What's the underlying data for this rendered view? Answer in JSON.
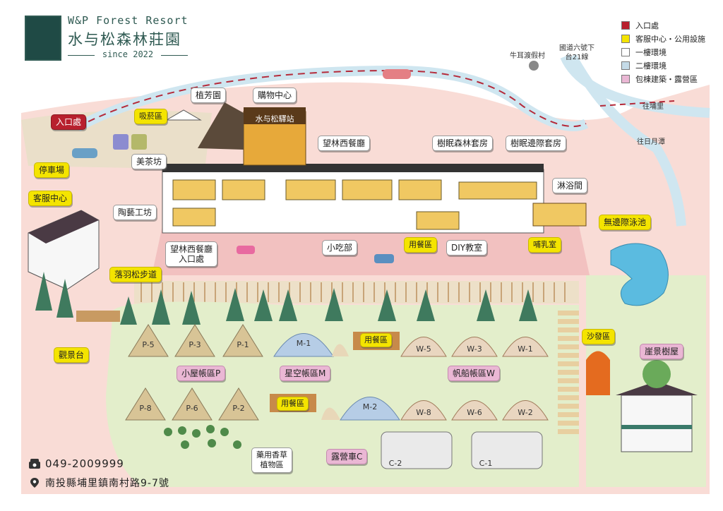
{
  "brand": {
    "name_en": "W&P Forest Resort",
    "name_zh": "水与松森林莊園",
    "since": "since 2022",
    "building_sign": "水与松驛站"
  },
  "legend": [
    {
      "label": "入口處",
      "color": "#b8202e"
    },
    {
      "label": "客服中心・公用設施",
      "color": "#f4e400"
    },
    {
      "label": "一樓環境",
      "color": "#ffffff"
    },
    {
      "label": "二樓環境",
      "color": "#c5dbe8"
    },
    {
      "label": "包棟建築・露營區",
      "color": "#eab7d4"
    }
  ],
  "roads": {
    "village": "牛耳渡假村",
    "highway": "國道六號下\n台21線",
    "to_puli": "往埔里",
    "to_sunmoon": "往日月潭"
  },
  "labels": {
    "entrance": "入口處",
    "smoking": "吸菸區",
    "parking": "停車場",
    "service": "客服中心",
    "tea": "美茶坊",
    "pottery": "陶藝工坊",
    "flower": "植芳園",
    "shopping": "購物中心",
    "restaurant": "望林西餐廳",
    "restaurant_entrance": "望林西餐廳\n入口處",
    "forest_suite": "樹眠森林套房",
    "edge_suite": "樹眠邊際套房",
    "bath": "淋浴間",
    "pool": "無邊際泳池",
    "snack": "小吃部",
    "dining1": "用餐區",
    "diy": "DIY教室",
    "nursing": "哺乳室",
    "trail": "落羽松步道",
    "observation": "觀景台",
    "cabin_p": "小屋帳區P",
    "starry_m": "星空帳區M",
    "sail_w": "帆船帳區W",
    "dining2": "用餐區",
    "dining3": "用餐區",
    "herbs": "藥用香草\n植物區",
    "campervan": "露營車C",
    "sofa": "沙發區",
    "treehouse": "崖景樹屋"
  },
  "tents": {
    "p5": "P-5",
    "p3": "P-3",
    "p1": "P-1",
    "p8": "P-8",
    "p6": "P-6",
    "p2": "P-2",
    "m1": "M-1",
    "m2": "M-2",
    "w5": "W-5",
    "w3": "W-3",
    "w1": "W-1",
    "w8": "W-8",
    "w6": "W-6",
    "w2": "W-2",
    "c2": "C-2",
    "c1": "C-1"
  },
  "contact": {
    "phone": "049-2009999",
    "address": "南投縣埔里鎮南村路9-7號",
    "phone_icon": "phone-icon",
    "location_icon": "location-pin-icon"
  }
}
